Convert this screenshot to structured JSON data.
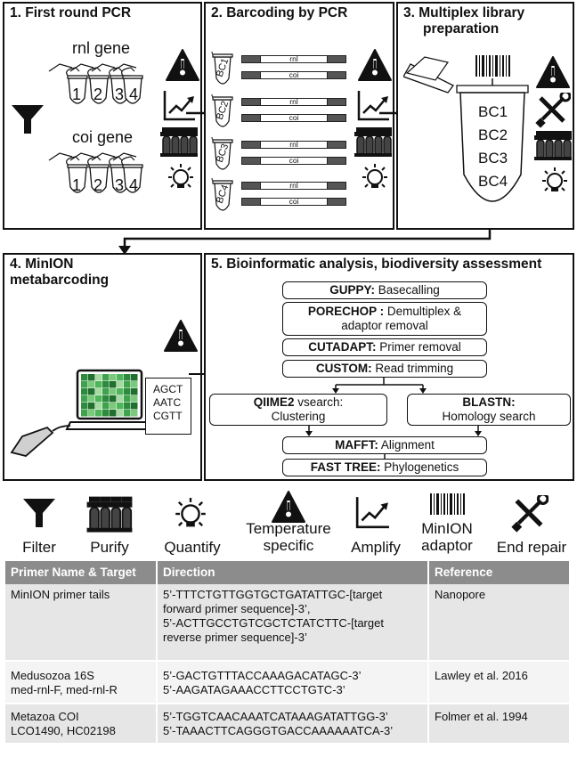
{
  "panels": {
    "p1": {
      "title": "1. First round PCR",
      "gene1": "rnl gene",
      "gene2": "coi gene",
      "tubes": [
        "1",
        "2",
        "3",
        "4"
      ]
    },
    "p2": {
      "title": "2. Barcoding by PCR",
      "barcodes": [
        "BC1",
        "BC2",
        "BC3",
        "BC4"
      ],
      "gene_a": "rnl",
      "gene_b": "coi"
    },
    "p3": {
      "title_line1": "3. Multiplex library",
      "title_line2": "preparation",
      "barcodes": [
        "BC1",
        "BC2",
        "BC3",
        "BC4"
      ]
    },
    "p4": {
      "title_line1": "4. MinION",
      "title_line2": "metabarcoding",
      "seq": [
        "AGCT",
        "AATC",
        "CGTT"
      ]
    },
    "p5": {
      "title": "5. Bioinformatic analysis, biodiversity assessment",
      "steps": {
        "guppy_b": "GUPPY:",
        "guppy": " Basecalling",
        "porechop_b": "PORECHOP :",
        "porechop1": " Demultiplex &",
        "porechop2": "adaptor removal",
        "cutadapt_b": "CUTADAPT:",
        "cutadapt": " Primer removal",
        "custom_b": "CUSTOM:",
        "custom": " Read trimming",
        "qiime_b": "QIIME2",
        "qiime1": " vsearch:",
        "qiime2": "Clustering",
        "blastn_b": "BLASTN:",
        "blastn2": "Homology search",
        "mafft_b": "MAFFT:",
        "mafft": " Alignment",
        "fasttree_b": "FAST TREE:",
        "fasttree": " Phylogenetics"
      }
    }
  },
  "legend": {
    "filter": "Filter",
    "purify": "Purify",
    "quantify": "Quantify",
    "temp1": "Temperature",
    "temp2": "specific",
    "amplify": "Amplify",
    "minion1": "MinION",
    "minion2": "adaptor",
    "endrepair": "End repair"
  },
  "table": {
    "headers": [
      "Primer Name & Target",
      "Direction",
      "Reference"
    ],
    "rows": [
      {
        "name": [
          "MinION primer tails"
        ],
        "direction": [
          "5’-TTTCTGTTGGTGCTGATATTGC-[target",
          "forward primer sequence]-3’,",
          "5’-ACTTGCCTGTCGCTCTATCTTC-[target",
          "reverse primer sequence]-3’"
        ],
        "reference": "Nanopore"
      },
      {
        "name": [
          "Medusozoa 16S",
          "med-rnl-F, med-rnl-R"
        ],
        "direction": [
          "5’-GACTGTTTACCAAAGACATAGC-3’",
          "5’-AAGATAGAAACCTTCCTGTC-3’"
        ],
        "reference": "Lawley et al. 2016"
      },
      {
        "name": [
          "Metazoa COI",
          "LCO1490, HC02198"
        ],
        "direction": [
          "5’-TGGTCAACAAATCATAAAGATATTGG-3’",
          "5’-TAAACTTCAGGGTGACCAAAAAATCA-3’"
        ],
        "reference": "Folmer et al. 1994"
      }
    ]
  },
  "colors": {
    "table_header": "#8c8c8c",
    "row_dark": "#e6e6e6",
    "row_light": "#f4f4f4",
    "screen_green": "#3fa34d"
  }
}
